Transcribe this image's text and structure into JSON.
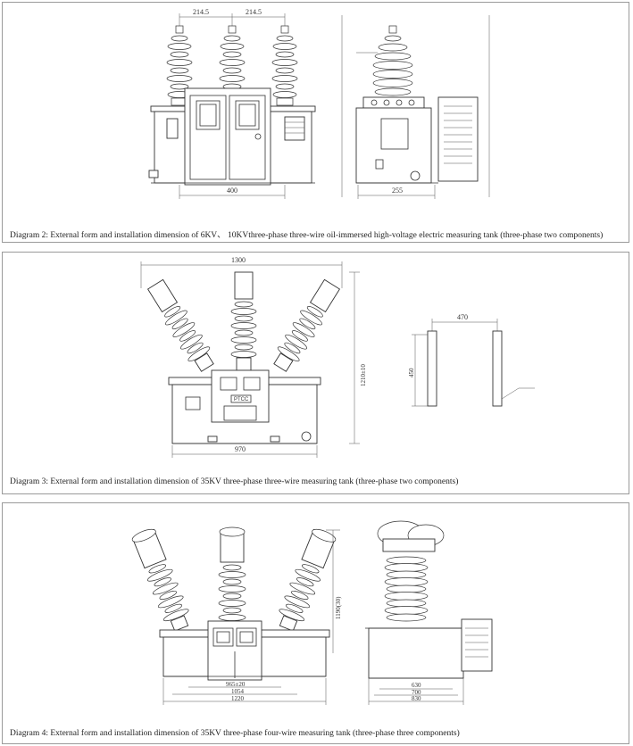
{
  "diagram2": {
    "caption": "Diagram 2:  External form and installation dimension of 6KV、 10KVthree-phase three-wire oil-immersed high-voltage electric measuring tank (three-phase two components)",
    "dims": {
      "spacing_left": "214.5",
      "spacing_right": "214.5",
      "base_front": "400",
      "base_side": "255"
    }
  },
  "diagram3": {
    "caption": "Diagram 3:  External form and installation dimension of 35KV three-phase three-wire measuring tank (three-phase two components)",
    "dims": {
      "width_top": "1300",
      "height": "1210±10",
      "base_width": "970",
      "mount_width": "470",
      "mount_height": "450"
    },
    "labels": {
      "plate": "PTCC"
    }
  },
  "diagram4": {
    "caption": "Diagram 4:  External form and installation dimension of 35KV three-phase four-wire measuring tank (three-phase three components)",
    "dims": {
      "height": "1190(30)",
      "base_a": "965±20",
      "base_b": "1054",
      "base_c": "1220",
      "side_a": "630",
      "side_b": "700",
      "side_c": "830"
    }
  },
  "colors": {
    "line": "#333333",
    "border": "#9a9a9a"
  }
}
